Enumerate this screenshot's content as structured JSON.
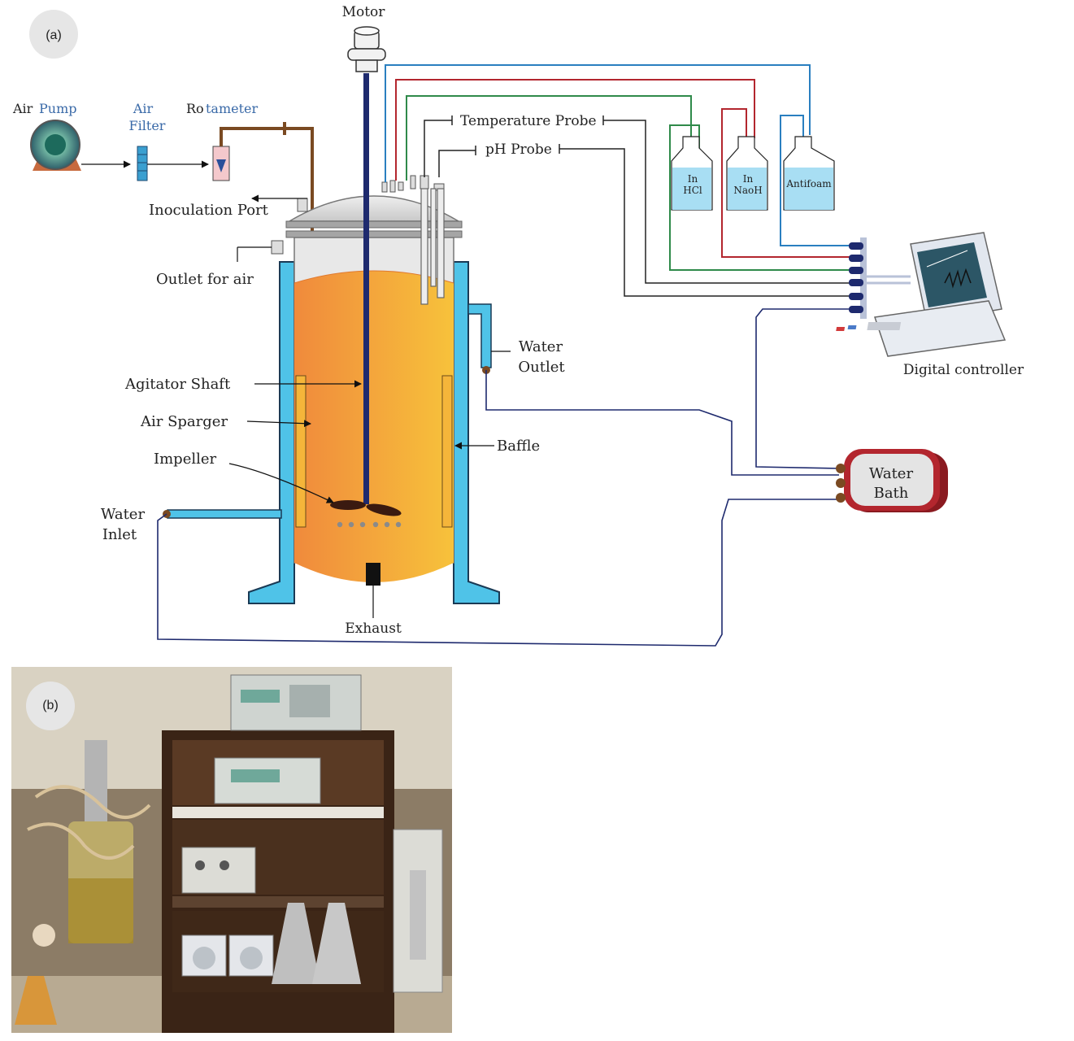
{
  "panel_a": {
    "tag": "(a)",
    "labels": {
      "motor": "Motor",
      "air_pump_1": "Air",
      "air_pump_2": "Pump",
      "air_filter_1": "Air",
      "air_filter_2": "Filter",
      "rotameter_1": "Ro",
      "rotameter_2": "tameter",
      "temperature_probe": "Temperature Probe",
      "ph_probe": "pH Probe",
      "inoculation_port": "Inoculation Port",
      "outlet_for_air": "Outlet for air",
      "agitator_shaft": "Agitator Shaft",
      "air_sparger": "Air Sparger",
      "impeller": "Impeller",
      "water_inlet_1": "Water",
      "water_inlet_2": "Inlet",
      "water_outlet_1": "Water",
      "water_outlet_2": "Outlet",
      "baffle": "Baffle",
      "exhaust": "Exhaust",
      "digital_controller": "Digital controller",
      "water_bath_1": "Water",
      "water_bath_2": "Bath",
      "bottle_hcl_1": "In",
      "bottle_hcl_2": "HCl",
      "bottle_naoh_1": "In",
      "bottle_naoh_2": "NaoH",
      "bottle_antifoam": "Antifoam"
    }
  },
  "panel_b": {
    "tag": "(b)"
  },
  "colors": {
    "jacket": "#4fc3e8",
    "medium_left": "#f08a3c",
    "medium_right": "#f7c23b",
    "pipe_brown": "#7a4a22",
    "shaft_navy": "#1e2a6e",
    "wire_red": "#b3262e",
    "wire_green": "#2f8a4a",
    "wire_blue": "#2a7fc0",
    "water_bath_red": "#b3262e"
  }
}
